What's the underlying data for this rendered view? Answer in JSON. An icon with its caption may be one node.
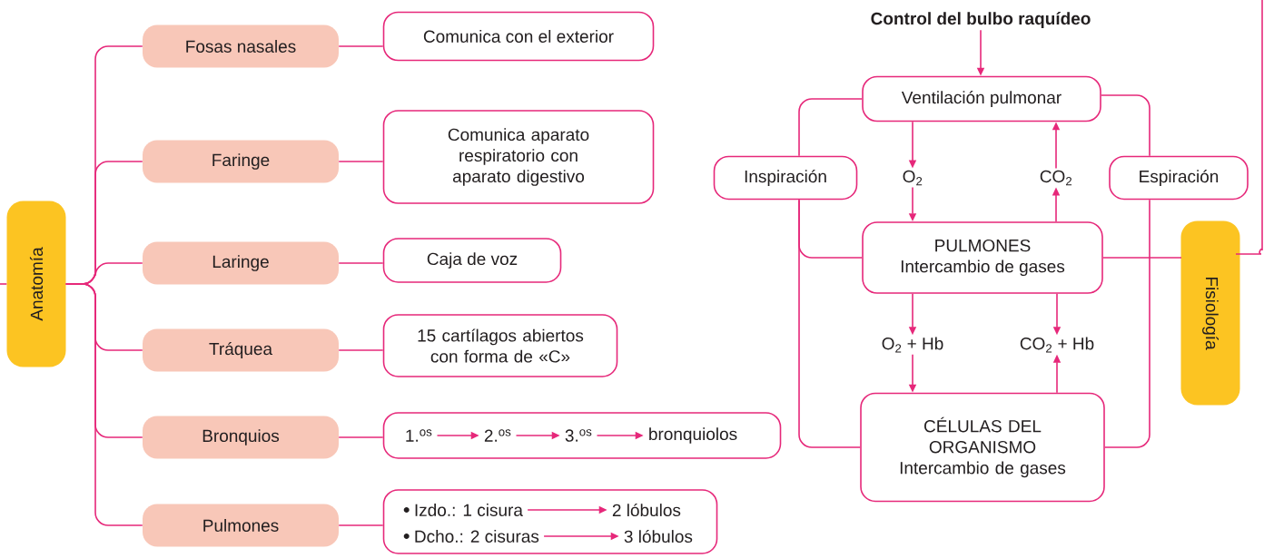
{
  "diagram": {
    "nodes": [
      {
        "text": [
          "Anatomía"
        ]
      },
      {
        "text": [
          "Fosas nasales"
        ]
      },
      {
        "text": [
          "Faringe"
        ]
      },
      {
        "text": [
          "Laringe"
        ]
      },
      {
        "text": [
          "Tráquea"
        ]
      },
      {
        "text": [
          "Bronquios"
        ]
      },
      {
        "text": [
          "Pulmones"
        ]
      },
      {
        "text": [
          "Comunica con el exterior"
        ]
      },
      {
        "text": [
          "Comunica aparato respiratorio con aparato digestivo"
        ]
      },
      {
        "text": [
          "Caja de voz"
        ]
      },
      {
        "text": [
          "15 cartílagos abiertos con forma de «C»"
        ]
      },
      {
        "text": [],
        "shape": "box"
      },
      {
        "text": [
          "1.$^{os}$"
        ],
        "in": 11
      },
      {
        "text": [
          "2.$^{os}$"
        ],
        "in": 11
      },
      {
        "text": [
          "3.$^{os}$"
        ],
        "in": 11
      },
      {
        "text": [
          "bronquiolos"
        ],
        "in": 11
      },
      {
        "text": [],
        "shape": "box"
      },
      {
        "text": [
          "Izdo.: 1 cisura"
        ],
        "in": 16
      },
      {
        "text": [
          "2 lóbulos"
        ],
        "in": 16
      },
      {
        "text": [
          "Dcho.: 2 cisuras"
        ],
        "in": 16
      },
      {
        "text": [
          "3 lóbulos"
        ],
        "in": 16
      },
      {
        "text": [
          "Control del bulbo raquídeo"
        ]
      },
      {
        "text": [
          "Ventilación pulmonar"
        ]
      },
      {
        "text": [
          "Inspiración"
        ]
      },
      {
        "text": [
          "O$_{2}$"
        ]
      },
      {
        "text": [
          "CO$_{2}$"
        ]
      },
      {
        "text": [
          "Espiración"
        ]
      },
      {
        "text": [
          "PULMONES",
          "Intercambio de gases"
        ]
      },
      {
        "text": [
          "O$_{2}$ + Hb"
        ]
      },
      {
        "text": [
          "CO$_{2}$ + Hb"
        ]
      },
      {
        "text": [
          "CÉLULAS DEL ORGANISMO",
          "Intercambio de gases"
        ]
      },
      {
        "text": [
          "Fisiología"
        ]
      }
    ],
    "edges": [
      {
        "from": null,
        "to": 0,
        "arrow": "none"
      },
      {
        "from": 0,
        "to": 1,
        "arrow": "none"
      },
      {
        "from": 0,
        "to": 2,
        "arrow": "none"
      },
      {
        "from": 0,
        "to": 3,
        "arrow": "none"
      },
      {
        "from": 0,
        "to": 4,
        "arrow": "none"
      },
      {
        "from": 0,
        "to": 5,
        "arrow": "none"
      },
      {
        "from": 0,
        "to": 6,
        "arrow": "none"
      },
      {
        "from": 1,
        "to": 7,
        "arrow": "none"
      },
      {
        "from": 2,
        "to": 8,
        "arrow": "none"
      },
      {
        "from": 3,
        "to": 9,
        "arrow": "none"
      },
      {
        "from": 4,
        "to": 10,
        "arrow": "none"
      },
      {
        "from": 5,
        "to": 11,
        "arrow": "none"
      },
      {
        "from": 6,
        "to": 16,
        "arrow": "none"
      },
      {
        "from": 12,
        "to": 13,
        "arrow": "to"
      },
      {
        "from": 13,
        "to": 14,
        "arrow": "to"
      },
      {
        "from": 14,
        "to": 15,
        "arrow": "to"
      },
      {
        "from": 17,
        "to": 18,
        "arrow": "to"
      },
      {
        "from": 19,
        "to": 20,
        "arrow": "to"
      },
      {
        "from": 21,
        "to": 22,
        "arrow": "to"
      },
      {
        "from": 22,
        "to": 24,
        "arrow": "to"
      },
      {
        "from": 24,
        "to": 27,
        "arrow": "to"
      },
      {
        "from": 27,
        "to": 25,
        "arrow": "to"
      },
      {
        "from": 25,
        "to": 22,
        "arrow": "to"
      },
      {
        "from": 27,
        "to": 28,
        "arrow": "to"
      },
      {
        "from": 28,
        "to": 30,
        "arrow": "to"
      },
      {
        "from": 27,
        "to": 29,
        "arrow": "to"
      },
      {
        "from": 30,
        "to": 29,
        "arrow": "to"
      },
      {
        "from": 22,
        "to": 23,
        "arrow": "none"
      },
      {
        "from": 23,
        "to": 27,
        "arrow": "none"
      },
      {
        "from": 23,
        "to": 30,
        "arrow": "none"
      },
      {
        "from": 22,
        "to": 26,
        "arrow": "none"
      },
      {
        "from": 26,
        "to": 30,
        "arrow": "none"
      },
      {
        "from": 27,
        "to": 31,
        "arrow": "none"
      },
      {
        "from": 31,
        "to": null,
        "arrow": "none"
      }
    ]
  }
}
